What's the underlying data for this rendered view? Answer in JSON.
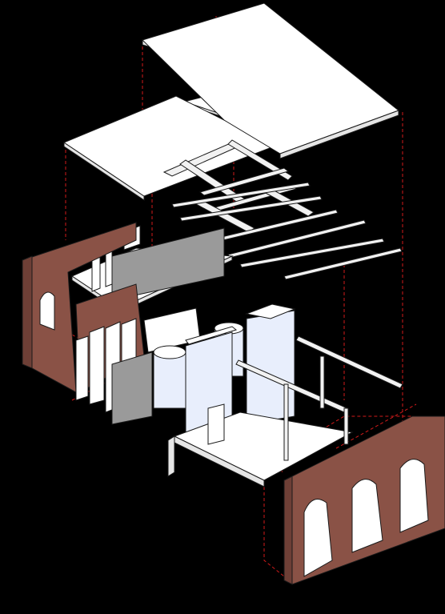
{
  "figure": {
    "kind": "exploded-axonometric",
    "layers": [
      {
        "name": "skylight-panels",
        "material": "glass"
      },
      {
        "name": "roof-slab",
        "material": "white-plaster"
      },
      {
        "name": "roof-truss",
        "material": "timber"
      },
      {
        "name": "purlins",
        "material": "steel"
      },
      {
        "name": "mezzanine",
        "material": "concrete"
      },
      {
        "name": "rear-brick-wall",
        "material": "brick"
      },
      {
        "name": "interior-partitions",
        "material": "concrete"
      },
      {
        "name": "tanks-and-volumes",
        "material": "glass"
      },
      {
        "name": "ground-slab",
        "material": "white-plaster"
      },
      {
        "name": "front-arcade-wall",
        "material": "brick"
      }
    ],
    "colors": {
      "background": "#000000",
      "guide_lines": "#d21a1a",
      "brick": "#8a5246",
      "glass": "#e8eefc",
      "plaster": "#ffffff",
      "concrete": "#9a9a9a"
    }
  }
}
